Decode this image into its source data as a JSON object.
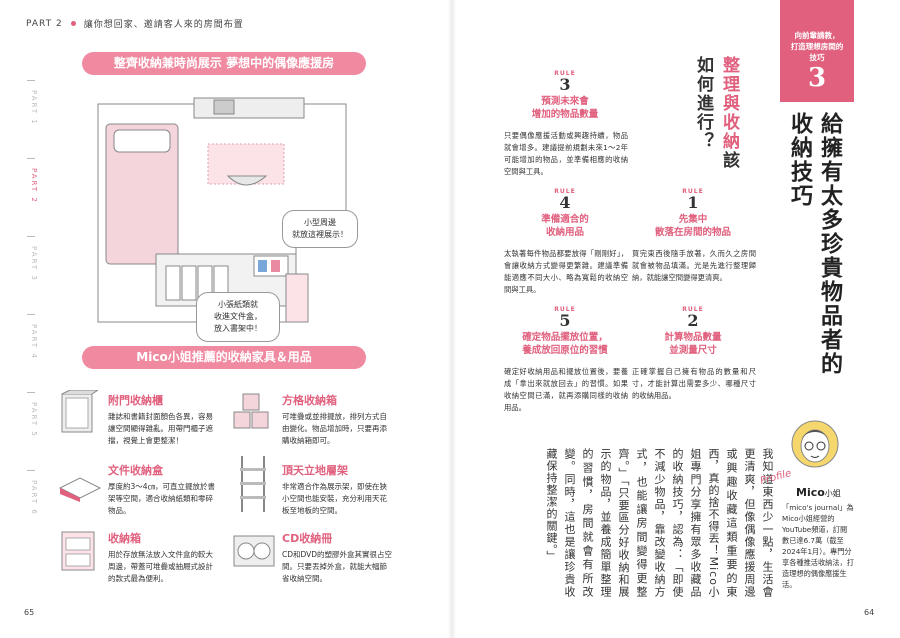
{
  "header": {
    "part": "PART 2",
    "title": "讓你想回家、邀請客人來的房間布置"
  },
  "side_tabs": [
    "PART 1",
    "PART 2",
    "PART 3",
    "PART 4",
    "PART 5",
    "PART 6"
  ],
  "banner_top": "整齊收納兼時尚展示 夢想中的偶像應援房",
  "callouts": {
    "shelf": "小型周邊\n就放這裡展示！",
    "box": "小張紙類就\n收進文件盒，\n放入書架中！"
  },
  "banner_bottom": "Mico小姐推薦的收納家具＆用品",
  "furniture": [
    {
      "title": "附門收納櫃",
      "desc": "雜誌和書籍封面顏色各異，容易讓空間顯得雜亂。用帶門櫃子遮擋，視覺上會更整潔！"
    },
    {
      "title": "方格收納箱",
      "desc": "可堆疊或並排擺放，排列方式自由變化。物品增加時，只要再添購收納箱即可。"
    },
    {
      "title": "文件收納盒",
      "desc": "厚度約3～4㎝，可直立擺放於書架等空間，適合收納紙類和零碎物品。"
    },
    {
      "title": "頂天立地層架",
      "desc": "非常適合作為展示架，即使在狹小空間也能安裝，充分利用天花板至地板的空間。"
    },
    {
      "title": "收納箱",
      "desc": "用於存放無法放入文件盒的較大周邊，帶蓋可堆疊或抽屜式設計的款式最為便利。"
    },
    {
      "title": "CD收納冊",
      "desc": "CD和DVD的塑膠外盒其實很占空間。只要丟掉外盒，就能大幅節省收納空間。"
    }
  ],
  "rule_label": "RULE",
  "rules": [
    {
      "num": "1",
      "title": "先集中\n散落在房間的物品",
      "body": "買完東西後隨手放著，久而久之房間就會被物品填滿。光是先進行整理歸納，就能讓空間變得更清爽。"
    },
    {
      "num": "2",
      "title": "計算物品數量\n並測量尺寸",
      "body": "正確掌握自己擁有物品的數量和尺寸，才能計算出需要多少、哪種尺寸的收納用品。"
    },
    {
      "num": "3",
      "title": "預測未來會\n增加的物品數量",
      "body": "只要偶像應援活動或興趣持續，物品就會增多。建議提前規劃未來1～2年可能增加的物品，並準備相應的收納空間與工具。"
    },
    {
      "num": "4",
      "title": "準備適合的\n收納用品",
      "body": "太執著每件物品都要放得「剛剛好」，會讓收納方式變得更繁雜。建議準備能適應不同大小、略為寬鬆的收納空間與工具。"
    },
    {
      "num": "5",
      "title": "確定物品擺放位置，\n養成放回原位的習慣",
      "body": "確定好收納用品和擺放位置後，要養成「拿出來就放回去」的習慣。如果收納空間已滿，就再添購同樣的收納用品。"
    }
  ],
  "question": {
    "pink": "整理與收納",
    "dark": "該如何進行？"
  },
  "main_title": {
    "line1": "給擁有太多珍貴物品者的",
    "line2": "收納技巧"
  },
  "red_tag": {
    "label": "向前輩請教，\n打造理想房間的\n技巧",
    "number": "3"
  },
  "essay": "我知道東西少一點，生活會更清爽，但像偶像應援周邊或興趣收藏這類重要的東西，真的捨不得丟！Mico小姐專門分享擁有眾多收藏品的收納技巧，認為：「即使不減少物品，靠改變收納方式，也能讓房間變得更整齊。」「只要區分好收納和展示的物品，並養成簡單整理的習慣，房間就會有所改變。同時，這也是讓珍貴收藏保持整潔的關鍵。」",
  "profile": {
    "signature": "Profile",
    "name": "Mico",
    "name_suffix": "小姐",
    "desc": "「mico's journal」為Mico小姐經營的YouTube頻道，訂閱數已達6.7萬（截至2024年1月）。專門分享各種推活收納法，打造理想的偶像應援生活。"
  },
  "page_left": "65",
  "page_right": "64",
  "colors": {
    "accent": "#e0607e",
    "banner": "#f08aa0"
  }
}
